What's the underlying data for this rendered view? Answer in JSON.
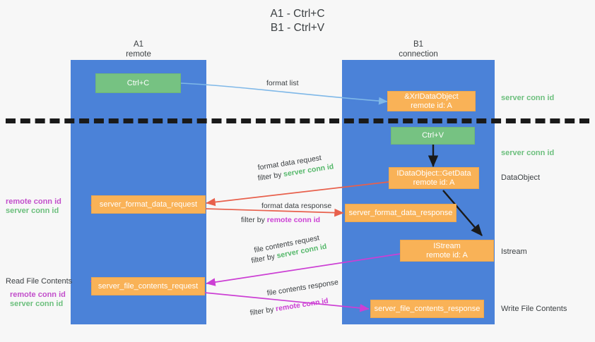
{
  "title": {
    "line1": "A1 - Ctrl+C",
    "line2": "B1 - Ctrl+V"
  },
  "lanes": [
    {
      "name": "A1",
      "role": "remote"
    },
    {
      "name": "B1",
      "role": "connection"
    }
  ],
  "nodes": {
    "ctrl_c": {
      "label": "Ctrl+C",
      "color": "#76c282"
    },
    "ctrl_v": {
      "label": "Ctrl+V",
      "color": "#76c282"
    },
    "dataobject_top": {
      "line1": "&XrIDataObject",
      "line2": "remote id: A",
      "color": "#f9b257"
    },
    "getdata": {
      "line1": "IDataObject::GetData",
      "line2": "remote id: A",
      "color": "#f9b257"
    },
    "istream": {
      "line1": "IStream",
      "line2": "remote id: A",
      "color": "#f9b257"
    },
    "server_format_data_request": {
      "label": "server_format_data_request",
      "color": "#f9b257"
    },
    "server_format_data_response": {
      "label": "server_format_data_response",
      "color": "#f9b257"
    },
    "server_file_contents_request": {
      "label": "server_file_contents_request",
      "color": "#f9b257"
    },
    "server_file_contents_response": {
      "label": "server_file_contents_response",
      "color": "#f9b257"
    }
  },
  "right_notes": {
    "server_conn_id_top": "server conn id",
    "server_conn_id_mid": "server conn id",
    "dataobject": "DataObject",
    "istream": "Istream",
    "write_file_contents": "Write File Contents"
  },
  "left_notes": {
    "remote_conn_id_1": "remote conn id",
    "server_conn_id_1": "server conn id",
    "read_file_contents": "Read File Contents",
    "remote_conn_id_2": "remote conn id",
    "server_conn_id_2": "server conn id"
  },
  "edges": {
    "format_list": {
      "text": "format list"
    },
    "format_data_request": {
      "text": "format data request",
      "filter_prefix": "filter by ",
      "filter_value": "server conn id"
    },
    "format_data_response": {
      "text": "format data response",
      "filter_prefix": "filter by ",
      "filter_value": "remote conn id"
    },
    "file_contents_request": {
      "text": "file contents request",
      "filter_prefix": "filter by ",
      "filter_value": "server conn id"
    },
    "file_contents_response": {
      "text": "file contents response",
      "filter_prefix": "filter by ",
      "filter_value": "remote conn id"
    }
  },
  "colors": {
    "lane": "#4b82d8",
    "green_node": "#76c282",
    "orange_node": "#f9b257",
    "green_text": "#6cbf7d",
    "magenta_text": "#c24fcb",
    "arrow_blue": "#7fb8e8",
    "arrow_red": "#e8604c",
    "arrow_magenta": "#cc3fd4",
    "arrow_black": "#1a1a1a",
    "background": "#f7f7f7"
  }
}
